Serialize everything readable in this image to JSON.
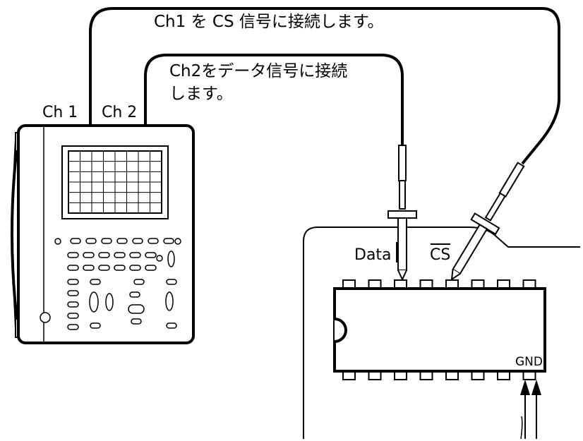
{
  "labels": {
    "ch1_instruction": "Ch1 を CS 信号に接続します。",
    "ch2_instruction_line1": "Ch2をデータ信号に接続",
    "ch2_instruction_line2": "します。",
    "ch1_port": "Ch 1",
    "ch2_port": "Ch 2",
    "data_pin": "Data",
    "cs_pin": "CS",
    "gnd_pin": "GND"
  },
  "ic": {
    "pins_per_side": 8
  },
  "scope": {
    "screen_grid_cols": 8,
    "screen_grid_rows": 6
  }
}
